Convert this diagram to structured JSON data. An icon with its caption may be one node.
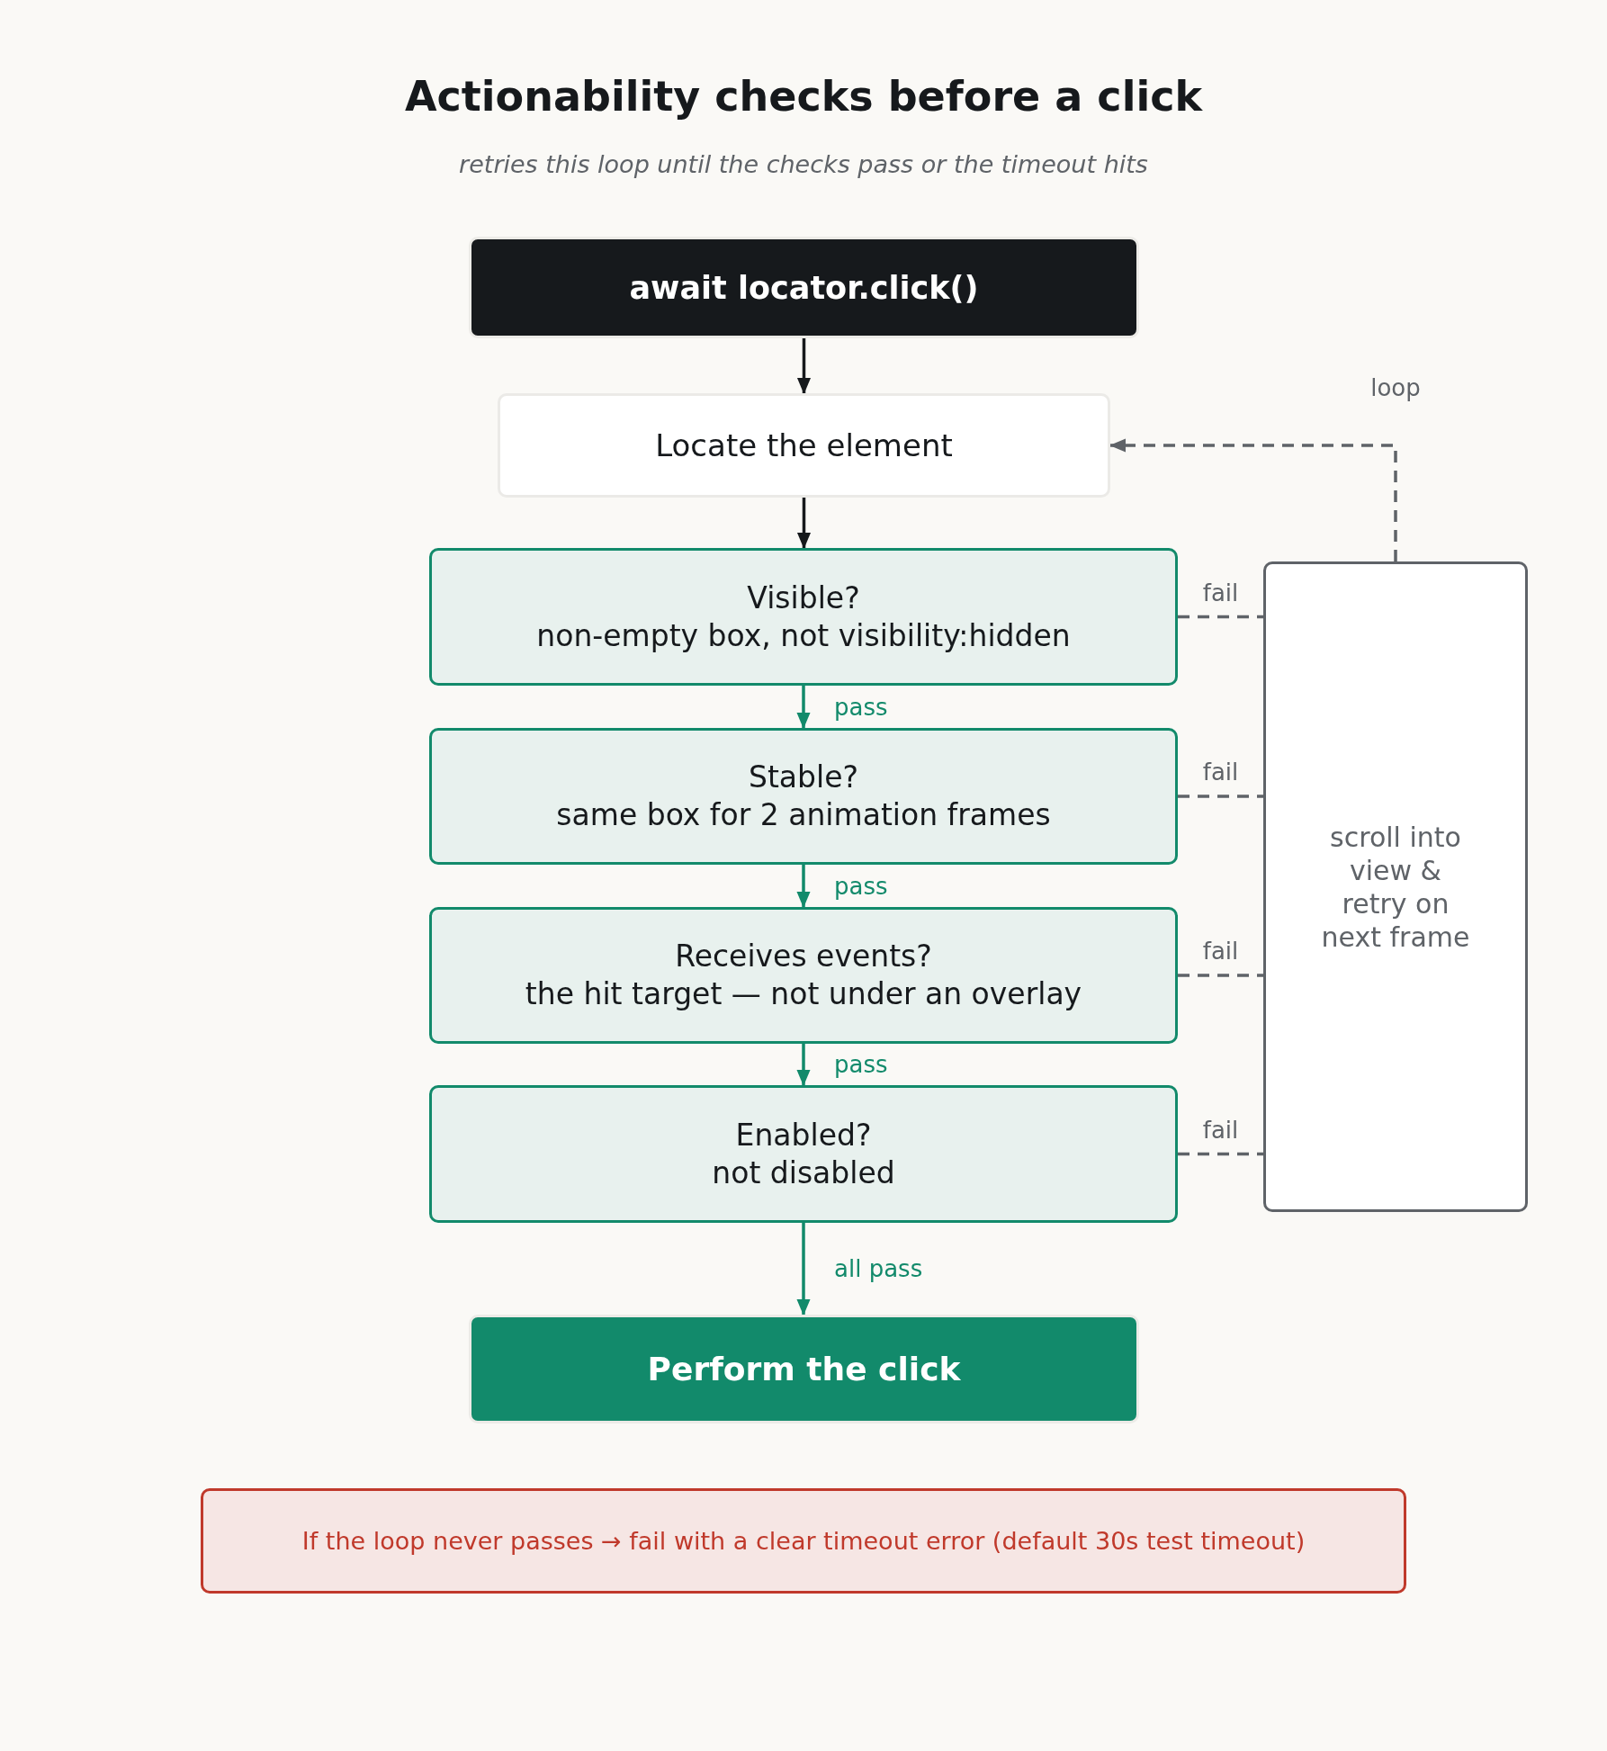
{
  "diagram": {
    "title": "Actionability checks before a click",
    "caption": "retries this loop until the checks pass or the timeout hits",
    "nodes": [
      {
        "text": [
          "await locator.click()"
        ]
      },
      {
        "text": [
          "Locate the element"
        ]
      },
      {
        "text": [
          "Visible?",
          "non-empty box, not visibility:hidden"
        ]
      },
      {
        "text": [
          "Stable?",
          "same box for 2 animation frames"
        ]
      },
      {
        "text": [
          "Receives events?",
          "the hit target — not under an overlay"
        ]
      },
      {
        "text": [
          "Enabled?",
          "not disabled"
        ]
      },
      {
        "text": [
          "Perform the click"
        ]
      },
      {
        "text": [
          "scroll into view & retry on next frame"
        ]
      },
      {
        "text": [
          "If the loop never passes → fail with a clear timeout error (default 30s test timeout)"
        ]
      }
    ],
    "edges": [
      {
        "from": 0,
        "to": 1,
        "arrow": "to"
      },
      {
        "from": 1,
        "to": 2,
        "arrow": "to"
      },
      {
        "from": 2,
        "to": 3,
        "arrow": "to",
        "label": "pass",
        "color": "#128a6b"
      },
      {
        "from": 3,
        "to": 4,
        "arrow": "to",
        "label": "pass",
        "color": "#128a6b"
      },
      {
        "from": 4,
        "to": 5,
        "arrow": "to",
        "label": "pass",
        "color": "#128a6b"
      },
      {
        "from": 5,
        "to": 6,
        "arrow": "to",
        "label": "all pass",
        "color": "#128a6b"
      },
      {
        "from": 2,
        "to": 7,
        "arrow": "none",
        "label": "fail",
        "style": "dashed",
        "color": "#5f6368"
      },
      {
        "from": 3,
        "to": 7,
        "arrow": "none",
        "label": "fail",
        "style": "dashed",
        "color": "#5f6368"
      },
      {
        "from": 4,
        "to": 7,
        "arrow": "none",
        "label": "fail",
        "style": "dashed",
        "color": "#5f6368"
      },
      {
        "from": 5,
        "to": 7,
        "arrow": "none",
        "label": "fail",
        "style": "dashed",
        "color": "#5f6368"
      },
      {
        "from": 7,
        "to": 1,
        "arrow": "to",
        "label": "loop",
        "style": "dashed",
        "color": "#5f6368"
      }
    ]
  }
}
